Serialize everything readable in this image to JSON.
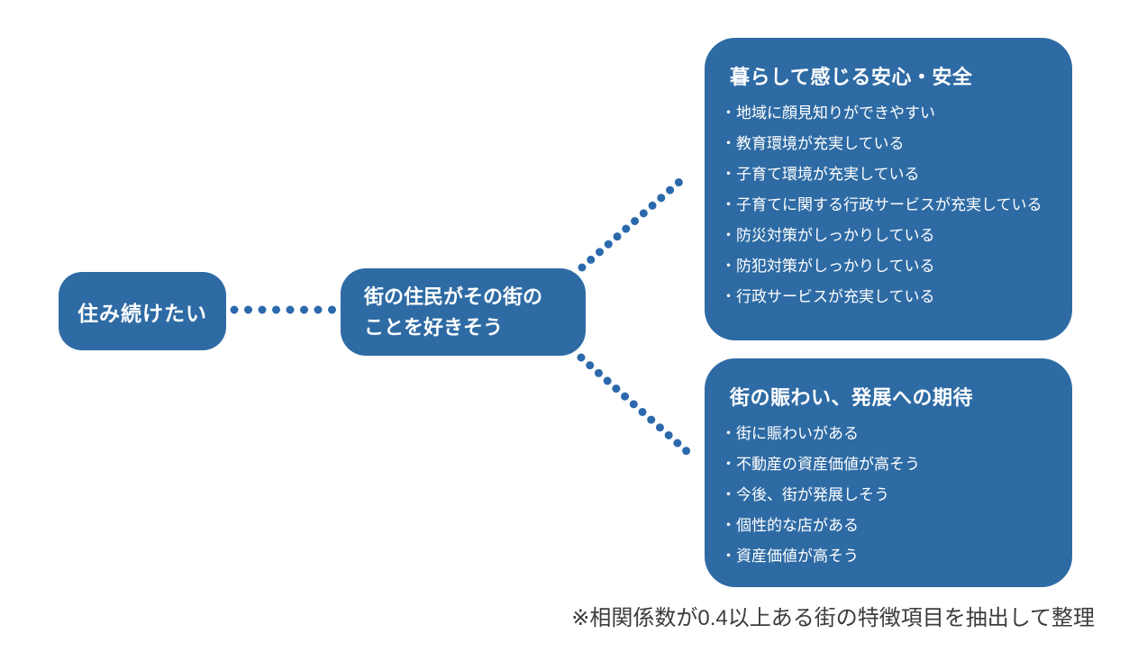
{
  "colors": {
    "panel_blue": "#2e6ba4",
    "dot_blue": "#2b69ac",
    "text_white": "#ffffff",
    "footnote_gray": "#3c3c3c",
    "background": "#ffffff"
  },
  "nodes": {
    "outcome": {
      "label": "住み続けたい"
    },
    "mediator": {
      "label": "街の住民がその街の\nことを好きそう"
    }
  },
  "panels": [
    {
      "title": "暮らして感じる安心・安全",
      "items": [
        "・地域に顔見知りができやすい",
        "・教育環境が充実している",
        "・子育て環境が充実している",
        "・子育てに関する行政サービスが充実している",
        "・防災対策がしっかりしている",
        "・防犯対策がしっかりしている",
        "・行政サービスが充実している"
      ]
    },
    {
      "title": "街の賑わい、発展への期待",
      "items": [
        "・街に賑わいがある",
        "・不動産の資産価値が高そう",
        "・今後、街が発展しそう",
        "・個性的な店がある",
        "・資産価値が高そう"
      ]
    }
  ],
  "footnote": "※相関係数が0.4以上ある街の特徴項目を抽出して整理"
}
